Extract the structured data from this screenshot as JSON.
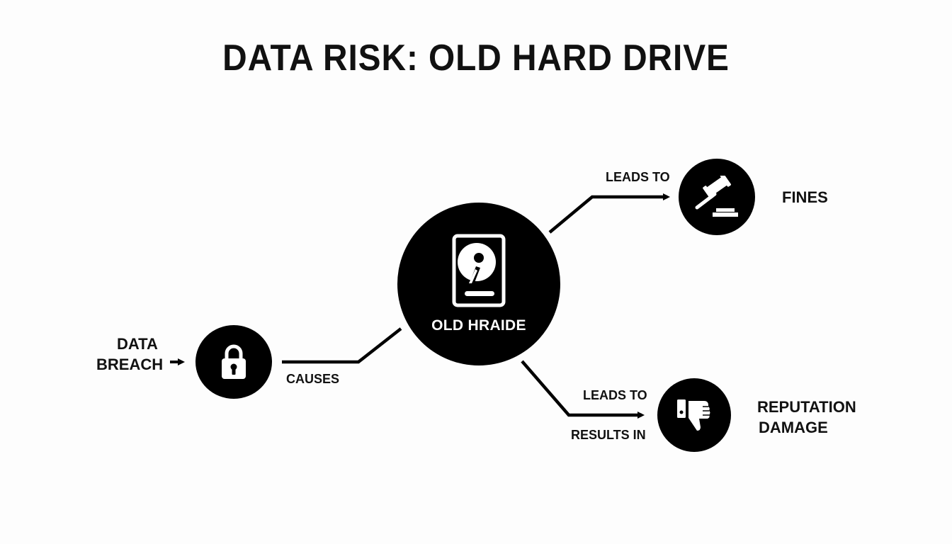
{
  "title": "DATA RISK: OLD HARD DRIVE",
  "colors": {
    "ink": "#000000",
    "background": "#fdfdfd",
    "icon_fill": "#ffffff"
  },
  "nodes": {
    "hub": {
      "icon": "hard-drive-icon",
      "label": "OLD HRAIDE"
    },
    "breach": {
      "icon": "lock-icon",
      "label_line1": "DATA",
      "label_line2": "BREACH"
    },
    "fines": {
      "icon": "gavel-icon",
      "label": "FINES"
    },
    "reputation": {
      "icon": "thumbs-down-icon",
      "label_line1": "REPUTATION",
      "label_line2": "DAMAGE"
    }
  },
  "edges": {
    "causes": "CAUSES",
    "leads_to_fines": "LEADS TO",
    "leads_to_reputation": "LEADS TO",
    "results_in": "RESULTS IN"
  }
}
